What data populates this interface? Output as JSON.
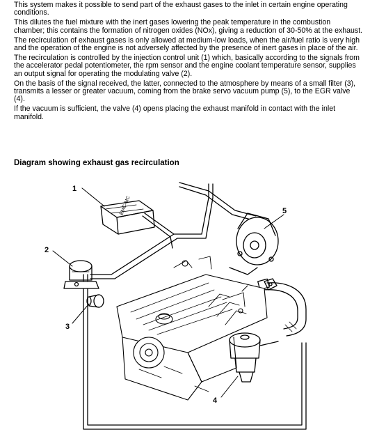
{
  "paragraphs": [
    "This system makes it possible to send part of the exhaust gases to the inlet in certain engine operating conditions.",
    "This dilutes the fuel mixture with the inert gases lowering the peak temperature in the combustion chamber; this contains the formation of nitrogen oxides (NOx), giving a reduction of 30-50% at the exhaust.",
    "The recirculation of exhaust gases is only allowed at medium-low loads, when the air/fuel ratio is very high and the operation of the engine is not adversely affected by the presence of inert gases in place of the air.",
    "The recirculation is controlled by the injection control unit (1) which, basically according to the signals from the accelerator pedal potentiometer, the rpm sensor and the engine coolant temperature sensor, supplies an output signal for operating the modulating valve (2).",
    "On the basis of the signal received, the latter, connected to the atmosphere by means of a small filter (3), transmits a lesser or greater vacuum, coming from the brake servo vacuum pump (5), to the EGR valve (4).",
    "If the vacuum is sufficient, the valve (4) opens placing the exhaust manifold in contact with the inlet manifold."
  ],
  "diagram": {
    "title": "Diagram showing exhaust gas recirculation",
    "ecu_label": "EMC-MC",
    "callouts": [
      "1",
      "2",
      "3",
      "4",
      "5"
    ]
  }
}
